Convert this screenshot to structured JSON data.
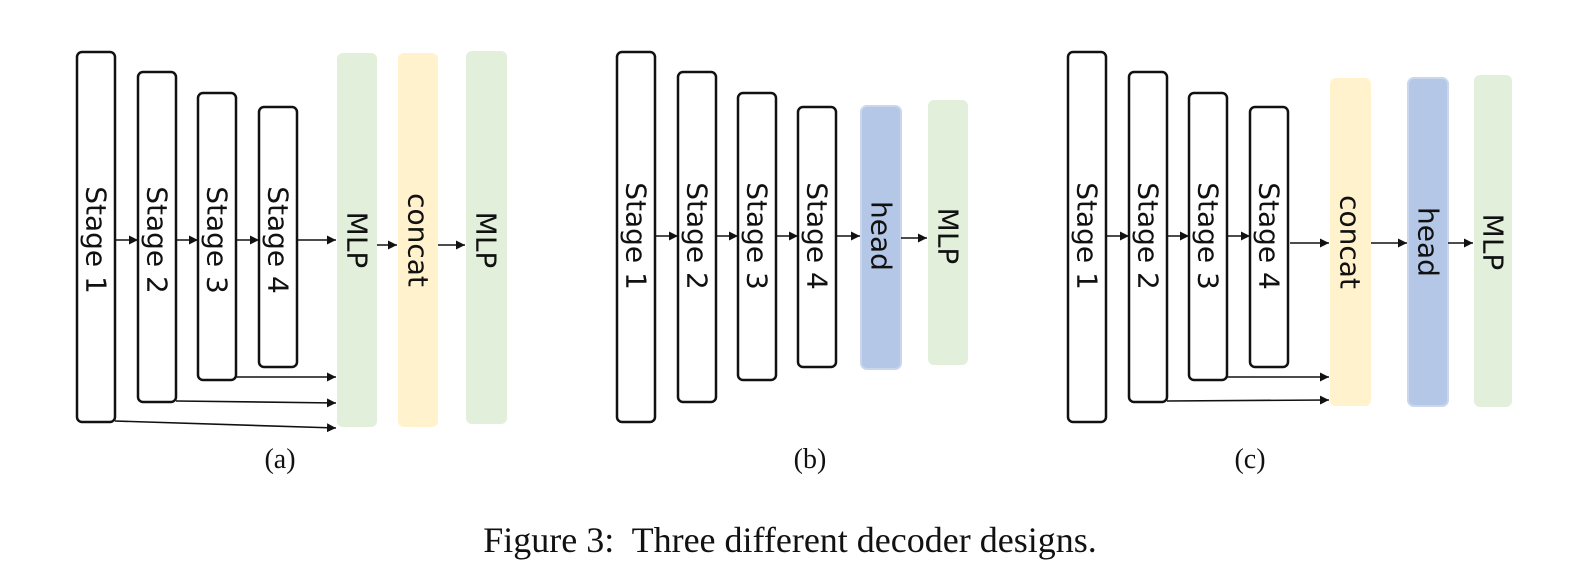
{
  "colors": {
    "mlp": "#e2efda",
    "concat": "#fff2cc",
    "head_fill": "#b4c7e7",
    "head_border": "#c9d6ee",
    "stroke": "#111111"
  },
  "panel_a": {
    "stage1": "Stage 1",
    "stage2": "Stage 2",
    "stage3": "Stage 3",
    "stage4": "Stage 4",
    "mlp1": "MLP",
    "concat": "concat",
    "mlp2": "MLP",
    "label": "(a)"
  },
  "panel_b": {
    "stage1": "Stage 1",
    "stage2": "Stage 2",
    "stage3": "Stage 3",
    "stage4": "Stage 4",
    "head": "head",
    "mlp": "MLP",
    "label": "(b)"
  },
  "panel_c": {
    "stage1": "Stage 1",
    "stage2": "Stage 2",
    "stage3": "Stage 3",
    "stage4": "Stage 4",
    "concat": "concat",
    "head": "head",
    "mlp": "MLP",
    "label": "(c)"
  },
  "caption": "Figure 3:  Three different decoder designs."
}
